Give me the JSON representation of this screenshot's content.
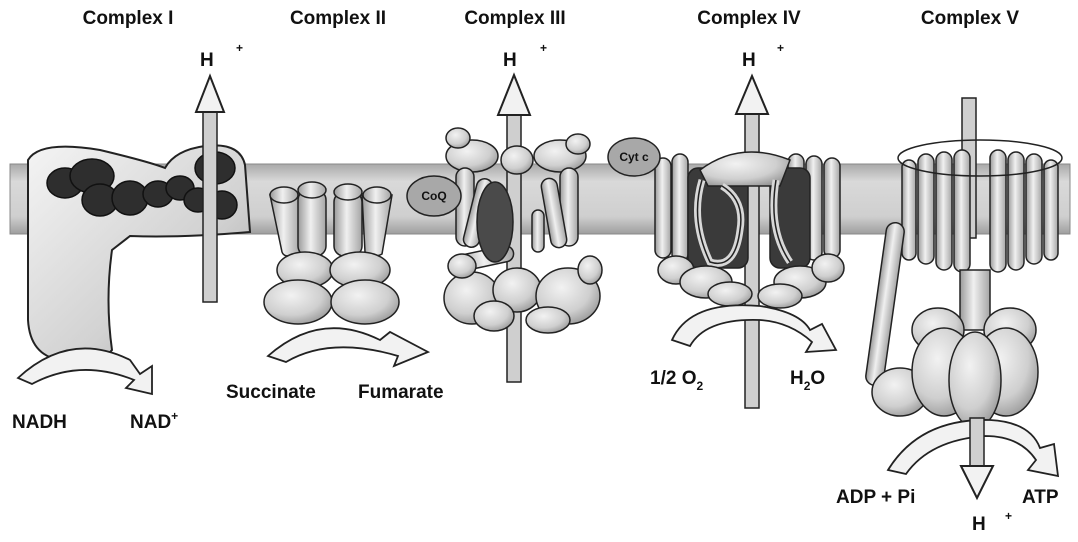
{
  "complexes": [
    {
      "title": "Complex I",
      "substrate": "NADH",
      "product_base": "NAD",
      "product_sup": "+",
      "proton_base": "H",
      "proton_sup": "+"
    },
    {
      "title": "Complex II",
      "substrate": "Succinate",
      "product": "Fumarate"
    },
    {
      "title": "Complex III",
      "carrier": "CoQ",
      "proton_base": "H",
      "proton_sup": "+"
    },
    {
      "title": "Complex IV",
      "carrier": "Cyt c",
      "substrate_base": "1/2 O",
      "substrate_sub": "2",
      "product_base": "H",
      "product_sub": "2",
      "product_tail": "O",
      "proton_base": "H",
      "proton_sup": "+"
    },
    {
      "title": "Complex V",
      "substrate": "ADP + Pi",
      "product": "ATP",
      "proton_base": "H",
      "proton_sup": "+"
    }
  ],
  "colors": {
    "membrane": "#bdbdbd",
    "protein_light": "#e0e0e0",
    "protein_mid": "#c4c4c4",
    "protein_dark": "#3a3a3a",
    "outline": "#222222"
  }
}
